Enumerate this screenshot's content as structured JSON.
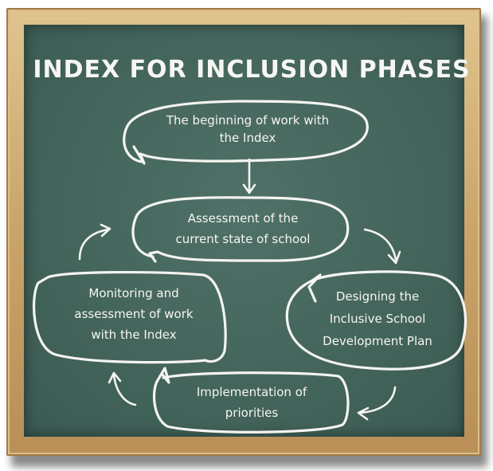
{
  "diagram": {
    "title": "INDEX FOR INCLUSION PHASES",
    "nodes": [
      {
        "id": "beginning",
        "lines": [
          "The beginning of work with",
          "the Index"
        ]
      },
      {
        "id": "assessment",
        "lines": [
          "Assessment of the",
          "current state of school"
        ]
      },
      {
        "id": "designing",
        "lines": [
          "Designing the",
          "Inclusive School",
          "Development Plan"
        ]
      },
      {
        "id": "implementation",
        "lines": [
          "Implementation of",
          "priorities"
        ]
      },
      {
        "id": "monitoring",
        "lines": [
          "Monitoring and",
          "assessment of work",
          "with the Index"
        ]
      }
    ],
    "edges": [
      {
        "from": "beginning",
        "to": "assessment"
      },
      {
        "from": "assessment",
        "to": "designing"
      },
      {
        "from": "designing",
        "to": "implementation"
      },
      {
        "from": "implementation",
        "to": "monitoring"
      },
      {
        "from": "monitoring",
        "to": "assessment"
      }
    ]
  }
}
